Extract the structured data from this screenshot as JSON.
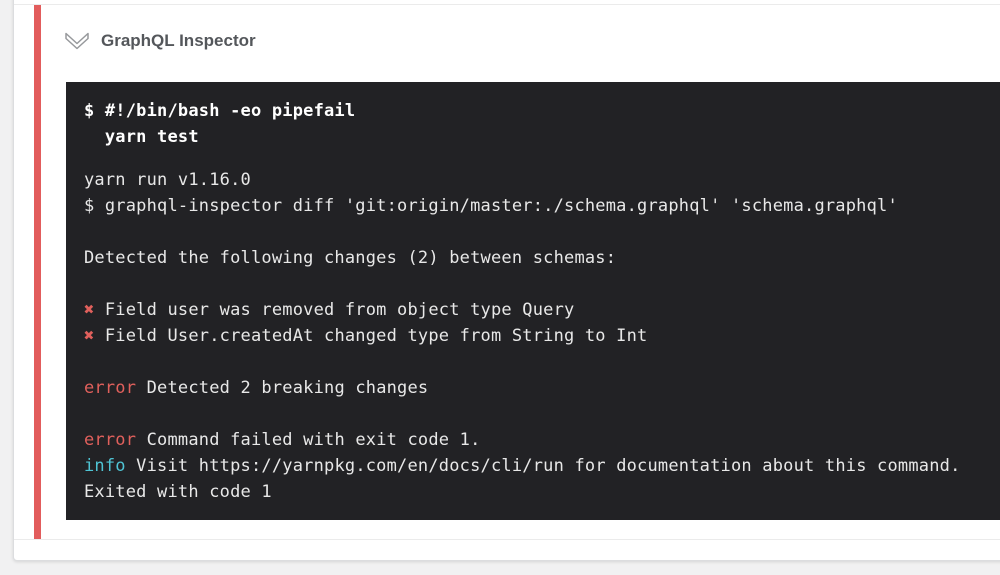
{
  "theme": {
    "accent": "#e25c5c",
    "term-bg": "#222225",
    "term-plain": "#e8e8e8",
    "term-command": "#ffffff",
    "term-error": "#e0605c",
    "term-info": "#4fc4d4",
    "card-bg": "#ffffff",
    "page-bg": "#f1f1f2",
    "title-color": "#54575b",
    "icon-color": "#97999c",
    "divider": "#ebebeb"
  },
  "step": {
    "title": "GraphQL Inspector",
    "icon": "collapse-chevron",
    "status": "failed"
  },
  "console": {
    "command_lines": [
      "$ #!/bin/bash -eo pipefail",
      "  yarn test"
    ],
    "lines": [
      [
        {
          "text": "yarn run v1.16.0",
          "kind": "plain"
        }
      ],
      [
        {
          "text": "$ graphql-inspector diff 'git:origin/master:./schema.graphql' 'schema.graphql'",
          "kind": "plain"
        }
      ],
      [],
      [
        {
          "text": "Detected the following changes (2) between schemas:",
          "kind": "plain"
        }
      ],
      [],
      [
        {
          "text": "✖",
          "kind": "error"
        },
        {
          "text": " Field user was removed from object type Query",
          "kind": "plain"
        }
      ],
      [
        {
          "text": "✖",
          "kind": "error"
        },
        {
          "text": " Field User.createdAt changed type from String to Int",
          "kind": "plain"
        }
      ],
      [],
      [
        {
          "text": "error",
          "kind": "error"
        },
        {
          "text": " Detected 2 breaking changes",
          "kind": "plain"
        }
      ],
      [],
      [
        {
          "text": "error",
          "kind": "error"
        },
        {
          "text": " Command failed with exit code 1.",
          "kind": "plain"
        }
      ],
      [
        {
          "text": "info",
          "kind": "info"
        },
        {
          "text": " Visit https://yarnpkg.com/en/docs/cli/run for documentation about this command.",
          "kind": "plain"
        }
      ],
      [
        {
          "text": "Exited with code 1",
          "kind": "plain"
        }
      ]
    ]
  }
}
